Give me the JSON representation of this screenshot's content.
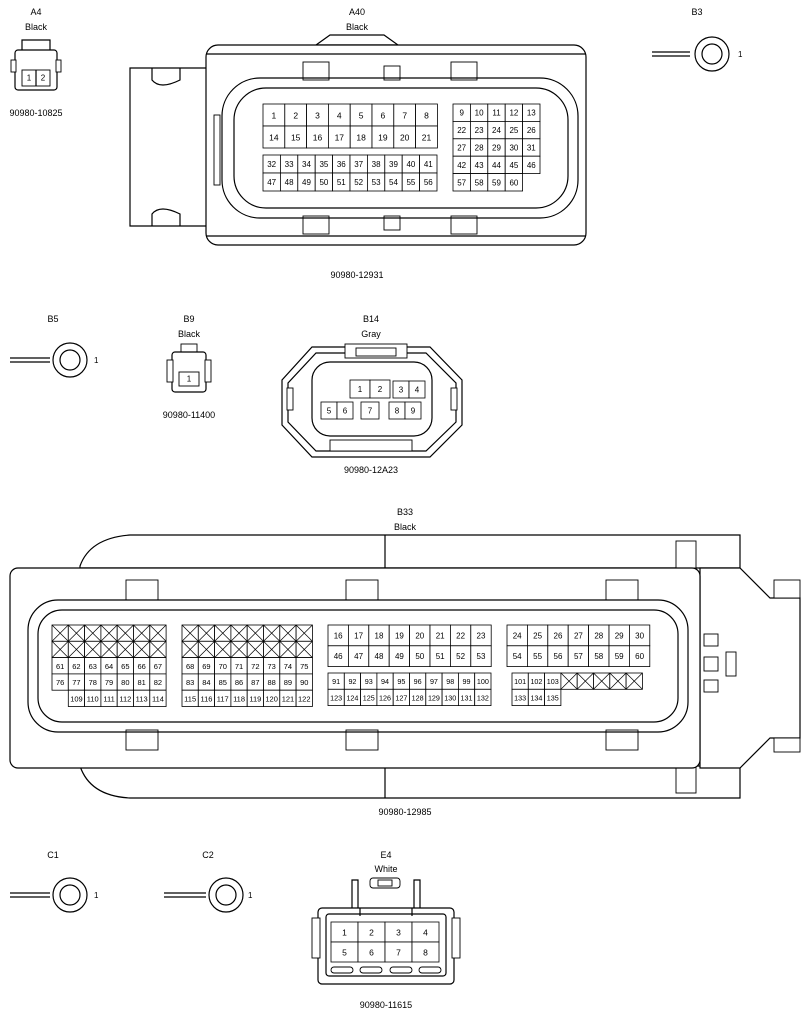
{
  "connectors": {
    "a4": {
      "id": "A4",
      "color": "Black",
      "part": "90980-10825",
      "pins": [
        "1",
        "2"
      ]
    },
    "a40": {
      "id": "A40",
      "color": "Black",
      "part": "90980-12931"
    },
    "b3": {
      "id": "B3",
      "terminal": "1"
    },
    "b5": {
      "id": "B5",
      "terminal": "1"
    },
    "b9": {
      "id": "B9",
      "color": "Black",
      "part": "90980-11400",
      "pins": [
        "1"
      ]
    },
    "b14": {
      "id": "B14",
      "color": "Gray",
      "part": "90980-12A23"
    },
    "b33": {
      "id": "B33",
      "color": "Black",
      "part": "90980-12985"
    },
    "c1": {
      "id": "C1",
      "terminal": "1"
    },
    "c2": {
      "id": "C2",
      "terminal": "1"
    },
    "e4": {
      "id": "E4",
      "color": "White",
      "part": "90980-11615"
    }
  },
  "a40_pins": {
    "left_top": [
      "1",
      "2",
      "3",
      "4",
      "5",
      "6",
      "7",
      "8"
    ],
    "left_mid": [
      "14",
      "15",
      "16",
      "17",
      "18",
      "19",
      "20",
      "21"
    ],
    "left_bot1": [
      "32",
      "33",
      "34",
      "35",
      "36",
      "37",
      "38",
      "39",
      "40",
      "41"
    ],
    "left_bot2": [
      "47",
      "48",
      "49",
      "50",
      "51",
      "52",
      "53",
      "54",
      "55",
      "56"
    ],
    "right_rows": [
      [
        "9",
        "10",
        "11",
        "12",
        "13"
      ],
      [
        "22",
        "23",
        "24",
        "25",
        "26"
      ],
      [
        "27",
        "28",
        "29",
        "30",
        "31"
      ],
      [
        "42",
        "43",
        "44",
        "45",
        "46"
      ],
      [
        "57",
        "58",
        "59",
        "60",
        ""
      ]
    ]
  },
  "b14_pins": {
    "top": [
      "1",
      "2",
      "3",
      "4"
    ],
    "bottom": [
      "5",
      "6",
      "7",
      "8",
      "9"
    ]
  },
  "b33_pins": {
    "group1": [
      [
        "X",
        "X",
        "X",
        "X",
        "X",
        "X",
        "X"
      ],
      [
        "X",
        "X",
        "X",
        "X",
        "X",
        "X",
        "X"
      ],
      [
        "61",
        "62",
        "63",
        "64",
        "65",
        "66",
        "67"
      ],
      [
        "76",
        "77",
        "78",
        "79",
        "80",
        "81",
        "82"
      ],
      [
        "",
        "109",
        "110",
        "111",
        "112",
        "113",
        "114"
      ]
    ],
    "group2": [
      [
        "X",
        "X",
        "X",
        "X",
        "X",
        "X",
        "X",
        "X"
      ],
      [
        "X",
        "X",
        "X",
        "X",
        "X",
        "X",
        "X",
        "X"
      ],
      [
        "68",
        "69",
        "70",
        "71",
        "72",
        "73",
        "74",
        "75"
      ],
      [
        "83",
        "84",
        "85",
        "86",
        "87",
        "88",
        "89",
        "90"
      ],
      [
        "115",
        "116",
        "117",
        "118",
        "119",
        "120",
        "121",
        "122"
      ]
    ],
    "group3_top": [
      [
        "16",
        "17",
        "18",
        "19",
        "20",
        "21",
        "22",
        "23"
      ],
      [
        "46",
        "47",
        "48",
        "49",
        "50",
        "51",
        "52",
        "53"
      ]
    ],
    "group3_bot": [
      [
        "91",
        "92",
        "93",
        "94",
        "95",
        "96",
        "97",
        "98",
        "99",
        "100"
      ],
      [
        "123",
        "124",
        "125",
        "126",
        "127",
        "128",
        "129",
        "130",
        "131",
        "132"
      ]
    ],
    "group4_top": [
      [
        "24",
        "25",
        "26",
        "27",
        "28",
        "29",
        "30"
      ],
      [
        "54",
        "55",
        "56",
        "57",
        "58",
        "59",
        "60"
      ]
    ],
    "group4_bot": [
      [
        "101",
        "102",
        "103",
        "X",
        "X",
        "X",
        "X",
        "X"
      ],
      [
        "133",
        "134",
        "135",
        "",
        "",
        "",
        "",
        ""
      ]
    ]
  },
  "e4_pins": [
    [
      "1",
      "2",
      "3",
      "4"
    ],
    [
      "5",
      "6",
      "7",
      "8"
    ]
  ]
}
